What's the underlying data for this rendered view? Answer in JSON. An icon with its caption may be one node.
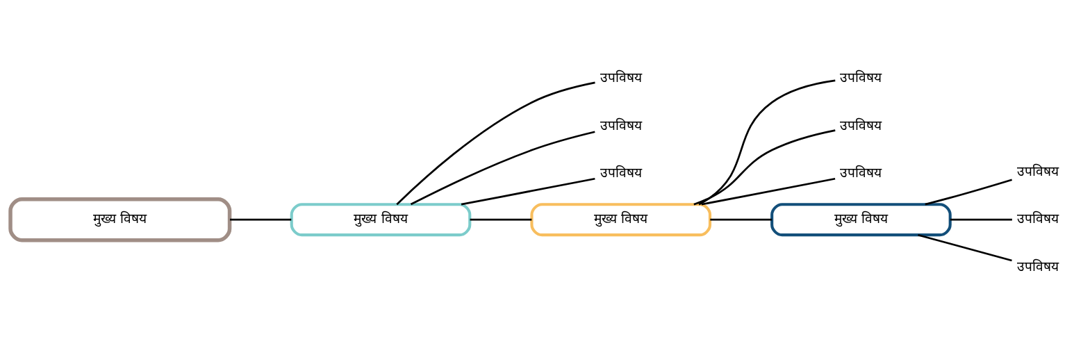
{
  "diagram": {
    "nodes": [
      {
        "text": [
          "मुख्य विषय"
        ]
      },
      {
        "text": [
          "मुख्य विषय"
        ]
      },
      {
        "text": [
          "उपविषय"
        ]
      },
      {
        "text": [
          "उपविषय"
        ]
      },
      {
        "text": [
          "उपविषय"
        ]
      },
      {
        "text": [
          "मुख्य विषय"
        ]
      },
      {
        "text": [
          "उपविषय"
        ]
      },
      {
        "text": [
          "उपविषय"
        ]
      },
      {
        "text": [
          "उपविषय"
        ]
      },
      {
        "text": [
          "मुख्य विषय"
        ]
      },
      {
        "text": [
          "उपविषय"
        ]
      },
      {
        "text": [
          "उपविषय"
        ]
      },
      {
        "text": [
          "उपविषय"
        ]
      }
    ],
    "edges": [
      {
        "from": 0,
        "to": 1,
        "arrow": "none"
      },
      {
        "from": 1,
        "to": 2,
        "arrow": "none"
      },
      {
        "from": 1,
        "to": 3,
        "arrow": "none"
      },
      {
        "from": 1,
        "to": 4,
        "arrow": "none"
      },
      {
        "from": 1,
        "to": 5,
        "arrow": "none"
      },
      {
        "from": 5,
        "to": 6,
        "arrow": "none"
      },
      {
        "from": 5,
        "to": 7,
        "arrow": "none"
      },
      {
        "from": 5,
        "to": 8,
        "arrow": "none"
      },
      {
        "from": 5,
        "to": 9,
        "arrow": "none"
      },
      {
        "from": 9,
        "to": 10,
        "arrow": "none"
      },
      {
        "from": 9,
        "to": 11,
        "arrow": "none"
      },
      {
        "from": 9,
        "to": 12,
        "arrow": "none"
      }
    ]
  }
}
